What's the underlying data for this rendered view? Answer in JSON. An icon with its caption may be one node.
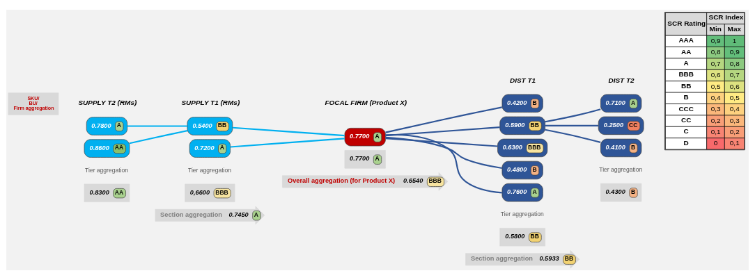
{
  "diagram": {
    "nodes": [
      {
        "text": [
          "0.7800",
          "A"
        ]
      },
      {
        "text": [
          "0.8600",
          "AA"
        ]
      },
      {
        "text": [
          "0.5400",
          "BB"
        ]
      },
      {
        "text": [
          "0.7200",
          "A"
        ]
      },
      {
        "text": [
          "0.7700",
          "A"
        ]
      },
      {
        "text": [
          "0.4200",
          "B"
        ]
      },
      {
        "text": [
          "0.5900",
          "BB"
        ]
      },
      {
        "text": [
          "0.6300",
          "BBB"
        ]
      },
      {
        "text": [
          "0.4800",
          "B"
        ]
      },
      {
        "text": [
          "0.7600",
          "A"
        ]
      },
      {
        "text": [
          "0.7100",
          "A"
        ]
      },
      {
        "text": [
          "0.2500",
          "CC"
        ]
      },
      {
        "text": [
          "0.4100",
          "B"
        ]
      },
      {
        "text": [
          "0.8300",
          "AA"
        ]
      },
      {
        "text": [
          "0,6600",
          "BBB"
        ]
      },
      {
        "text": [
          "0.7700",
          "A"
        ]
      },
      {
        "text": [
          "0.5800",
          "BB"
        ]
      },
      {
        "text": [
          "0.4300",
          "B"
        ]
      },
      {
        "text": [
          "Section aggregation",
          "0.7450",
          "A"
        ]
      },
      {
        "text": [
          "Section aggregation",
          "0.5933",
          "BB"
        ]
      },
      {
        "text": [
          "Overall aggregation (for Product X)",
          "0.6540",
          "BBB"
        ]
      },
      {
        "text": [
          "SKU/BU/Firm aggregation"
        ]
      }
    ],
    "edges": [
      {
        "from": 0,
        "to": 2,
        "arrow": "none",
        "color": "#00b0f0"
      },
      {
        "from": 1,
        "to": 2,
        "arrow": "none",
        "color": "#00b0f0"
      },
      {
        "from": 2,
        "to": 4,
        "arrow": "none",
        "color": "#00b0f0"
      },
      {
        "from": 3,
        "to": 4,
        "arrow": "none",
        "color": "#00b0f0"
      },
      {
        "from": 4,
        "to": 5,
        "arrow": "none"
      },
      {
        "from": 4,
        "to": 6,
        "arrow": "none"
      },
      {
        "from": 4,
        "to": 7,
        "arrow": "none"
      },
      {
        "from": 4,
        "to": 8,
        "arrow": "none"
      },
      {
        "from": 4,
        "to": 9,
        "arrow": "none"
      },
      {
        "from": 6,
        "to": 10,
        "arrow": "none"
      },
      {
        "from": 6,
        "to": 11,
        "arrow": "none"
      },
      {
        "from": 6,
        "to": 12,
        "arrow": "none"
      }
    ],
    "labels": [
      "SUPPLY T2 (RMs)",
      "SUPPLY T1 (RMs)",
      "FOCAL FIRM (Product X)",
      "DIST T1",
      "DIST T2",
      "Tier aggregation",
      "Tier aggregation",
      "Tier aggregation",
      "Tier aggregation",
      "SCR Rating",
      "SCR Index",
      "Min",
      "Max",
      "AAA",
      "0,9",
      "1",
      "AA",
      "0,8",
      "0,9",
      "A",
      "0,7",
      "0,8",
      "BBB",
      "0,6",
      "0,7",
      "BB",
      "0,5",
      "0,6",
      "B",
      "0,4",
      "0,5",
      "CCC",
      "0,3",
      "0,4",
      "CC",
      "0,2",
      "0,3",
      "C",
      "0,1",
      "0,2",
      "D",
      "0",
      "0,1"
    ]
  }
}
